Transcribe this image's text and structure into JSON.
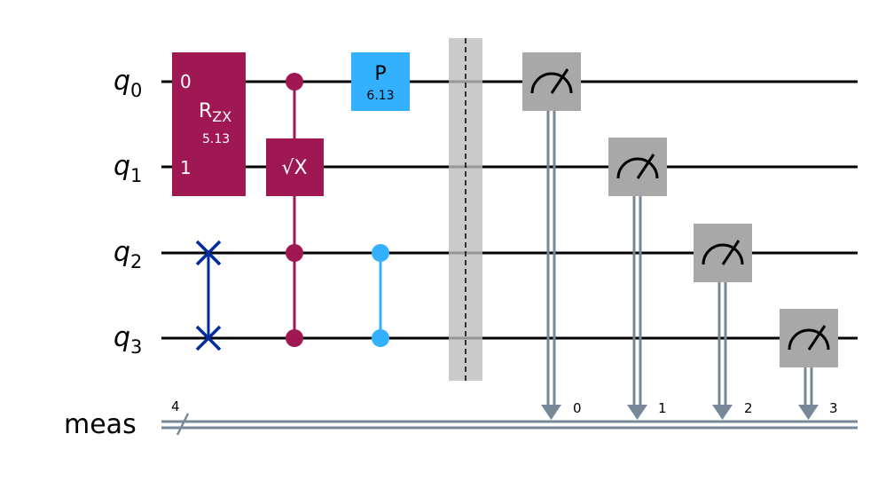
{
  "colors": {
    "wire": "#000000",
    "classical_wire": "#778899",
    "rzx_gate": "#9f1853",
    "controlled_sx": "#9f1853",
    "phase_gate": "#33b1ff",
    "cp_gate": "#33b1ff",
    "swap": "#002d9c",
    "barrier": "#bdbdbd",
    "measure_box": "#a8a8a8",
    "background": "#ffffff"
  },
  "qubits": [
    {
      "name": "q",
      "index": "0"
    },
    {
      "name": "q",
      "index": "1"
    },
    {
      "name": "q",
      "index": "2"
    },
    {
      "name": "q",
      "index": "3"
    }
  ],
  "classical_register": {
    "name": "meas",
    "size": "4",
    "bits": [
      "0",
      "1",
      "2",
      "3"
    ]
  },
  "gates": {
    "rzx": {
      "label_main": "R",
      "label_sub": "ZX",
      "param": "5.13",
      "port_top": "0",
      "port_bottom": "1"
    },
    "csx": {
      "label": "√X"
    },
    "phase": {
      "label": "P",
      "param": "6.13"
    },
    "swap": {
      "icon": "swap-x-icon"
    },
    "cp": {
      "icon": "controlled-phase-dots"
    },
    "measure": {
      "icon": "meter-icon"
    }
  }
}
